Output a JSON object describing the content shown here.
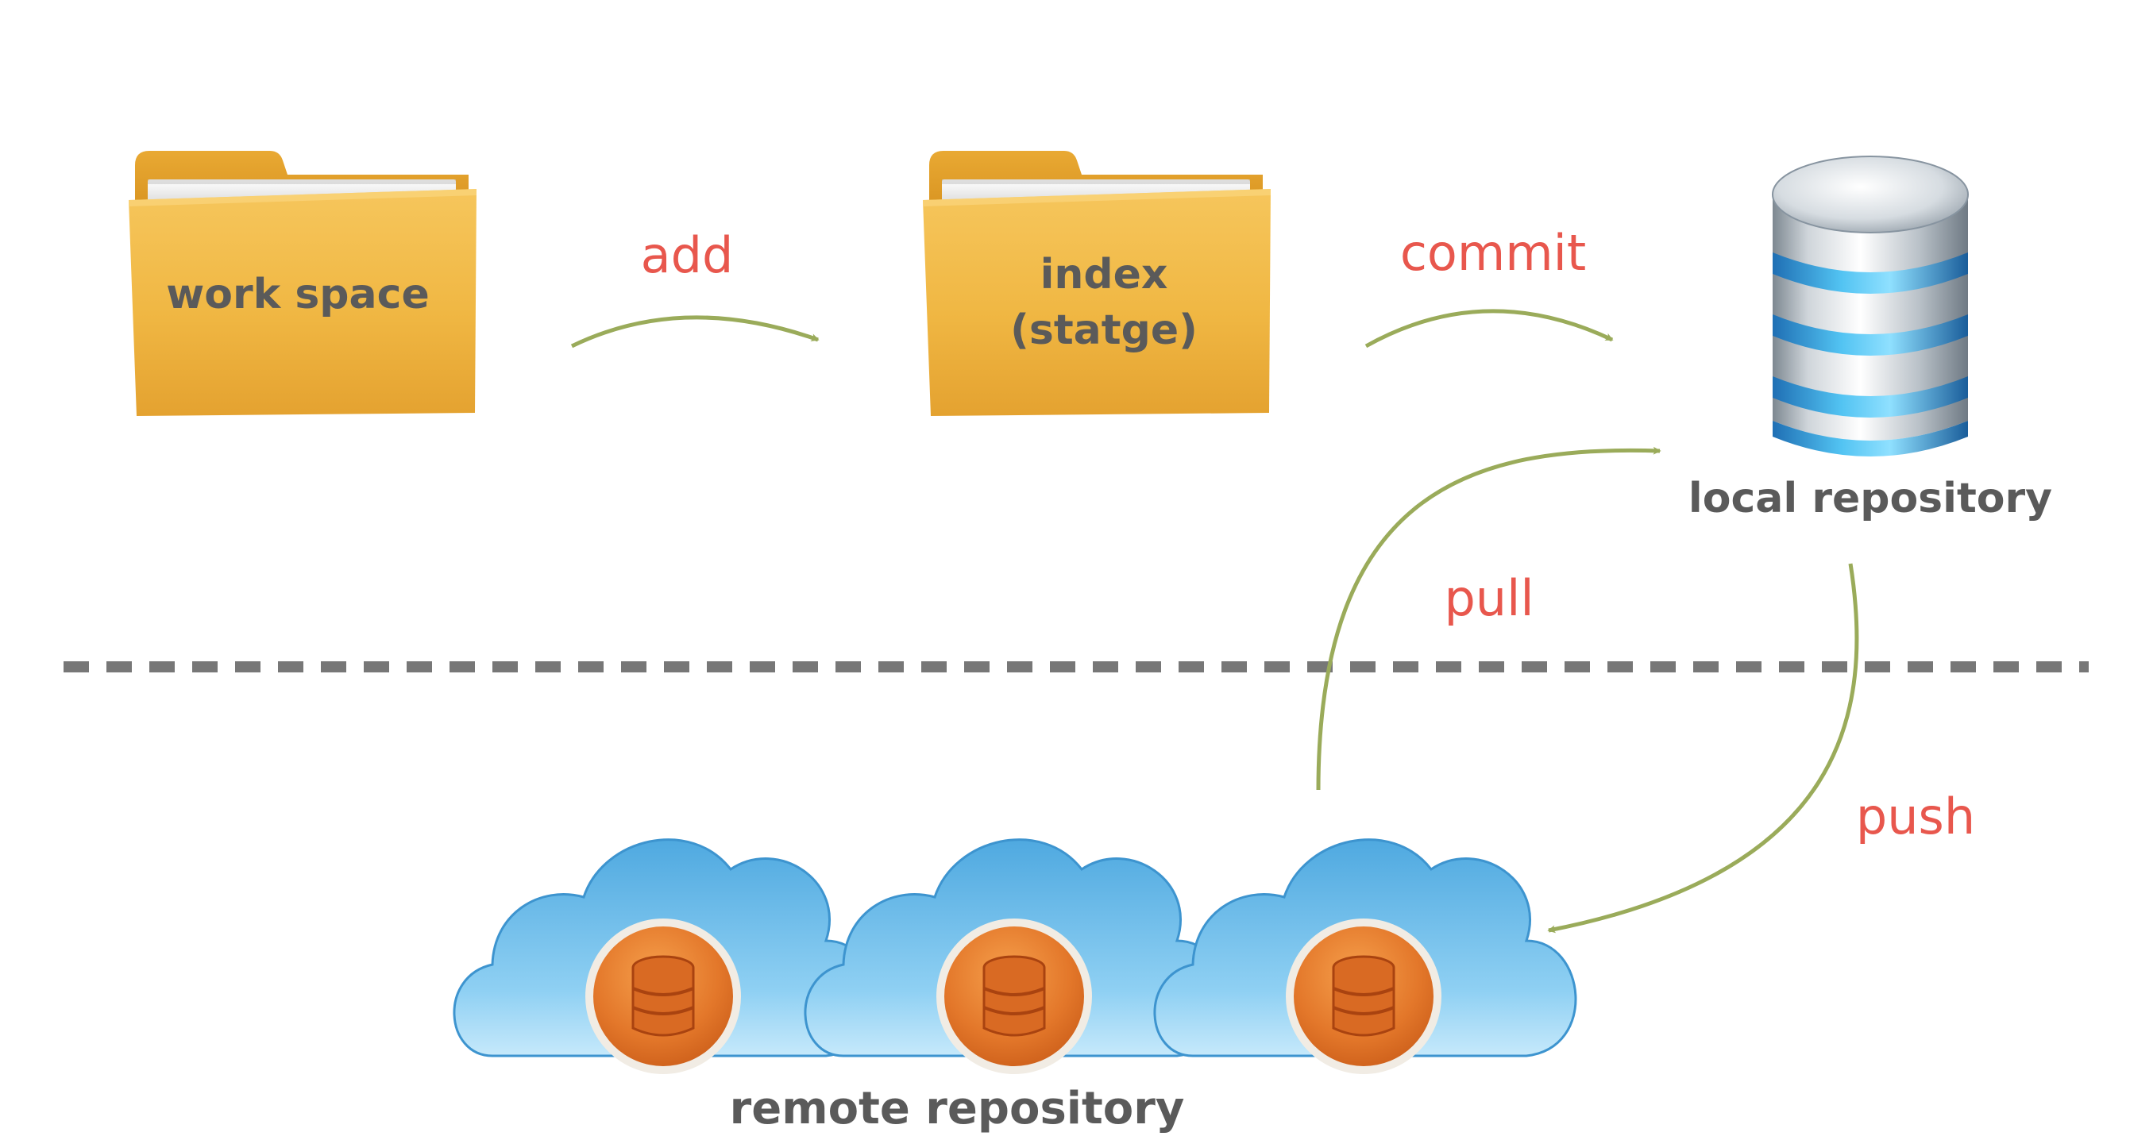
{
  "nodes": {
    "workspace": {
      "label": "work space"
    },
    "index": {
      "label_line1": "index",
      "label_line2": "(statge)"
    },
    "local": {
      "label": "local repository"
    },
    "remote": {
      "label": "remote repository"
    }
  },
  "edges": {
    "add": {
      "label": "add"
    },
    "commit": {
      "label": "commit"
    },
    "pull": {
      "label": "pull"
    },
    "push": {
      "label": "push"
    }
  },
  "colors": {
    "arrow": "#9aab5a",
    "edge_label": "#e8574d",
    "node_label": "#5a5a5a",
    "divider": "#777777",
    "folder": "#f2b94a",
    "cloud": "#7ec3ec",
    "db_badge": "#e77b2a",
    "db_stripe": "#3da6e0"
  },
  "icons": {
    "workspace": "folder-icon",
    "index": "folder-icon",
    "local": "database-icon",
    "remote": "cloud-database-icon"
  }
}
